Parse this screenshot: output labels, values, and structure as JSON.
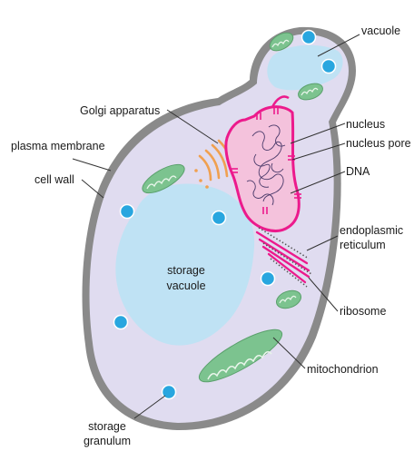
{
  "labels": {
    "vacuole": "vacuole",
    "golgi": "Golgi apparatus",
    "nucleus": "nucleus",
    "plasma_membrane": "plasma membrane",
    "nucleus_pore": "nucleus pore",
    "dna": "DNA",
    "cell_wall": "cell wall",
    "er_line1": "endoplasmic",
    "er_line2": "reticulum",
    "storage_vacuole_line1": "storage",
    "storage_vacuole_line2": "vacuole",
    "ribosome": "ribosome",
    "mitochondrion": "mitochondrion",
    "storage_granulum_line1": "storage",
    "storage_granulum_line2": "granulum"
  },
  "colors": {
    "cell_wall": "#8a8a8a",
    "cytoplasm": "#e0dcf0",
    "vacuole": "#bfe2f4",
    "granule": "#28a6df",
    "mitochondrion": "#7cc38f",
    "nucleus": "#ec1a8c",
    "golgi": "#f0a050"
  }
}
